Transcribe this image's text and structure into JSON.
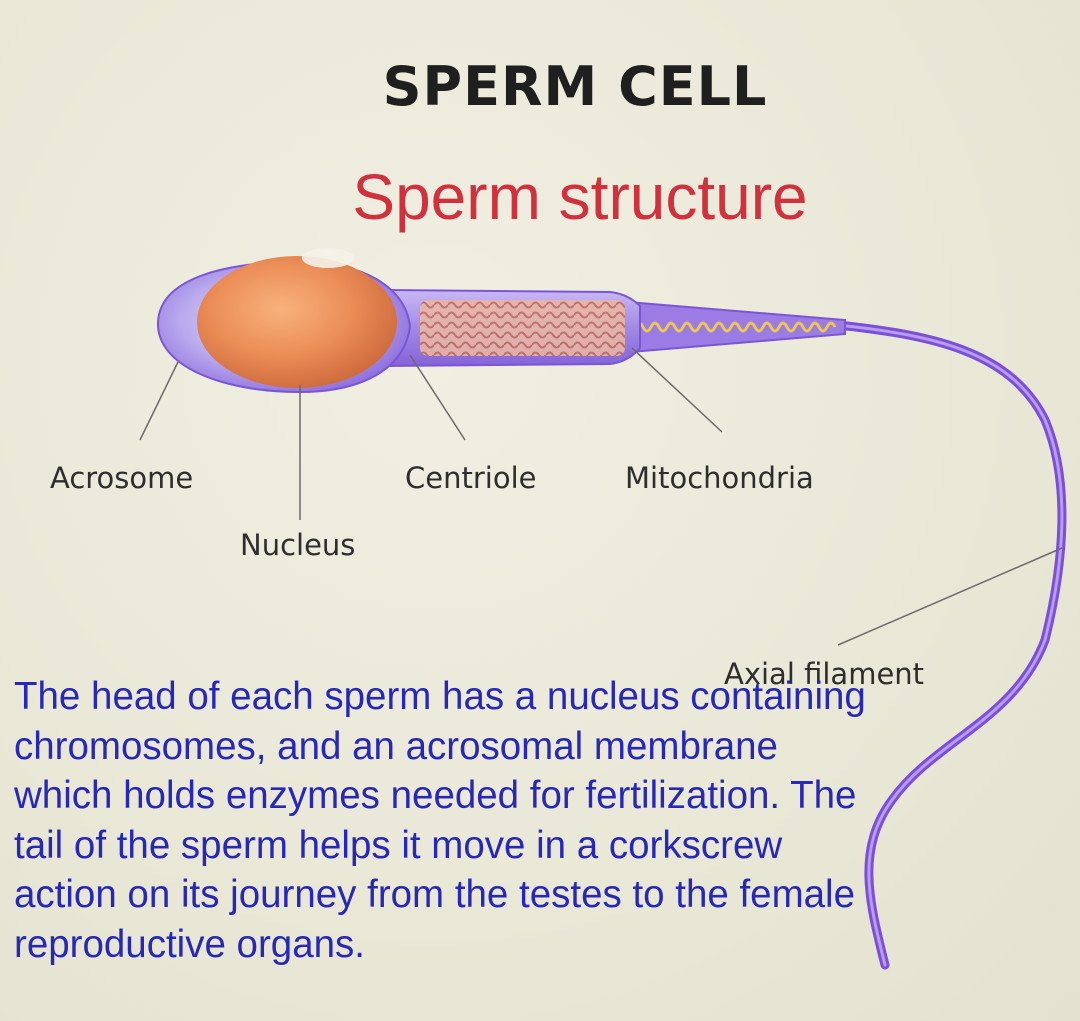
{
  "header": {
    "title": "SPERM CELL",
    "subtitle": "Sperm structure"
  },
  "labels": {
    "acrosome": "Acrosome",
    "nucleus": "Nucleus",
    "centriole": "Centriole",
    "mitochondria": "Mitochondria",
    "axial_filament": "Axial filament"
  },
  "description": "The head of each sperm has a nucleus containing chromosomes, and an acrosomal membrane which holds enzymes needed for fertilization. The tail of the sperm helps it move in a corkscrew action on its journey from the testes to the female reproductive organs.",
  "colors": {
    "title": "#1f1f1f",
    "subtitle": "#d0313d",
    "description": "#2828b8",
    "sperm_body": "#8a5ce0",
    "nucleus": "#e88a55",
    "mitochondria_coil": "#f0c850"
  }
}
